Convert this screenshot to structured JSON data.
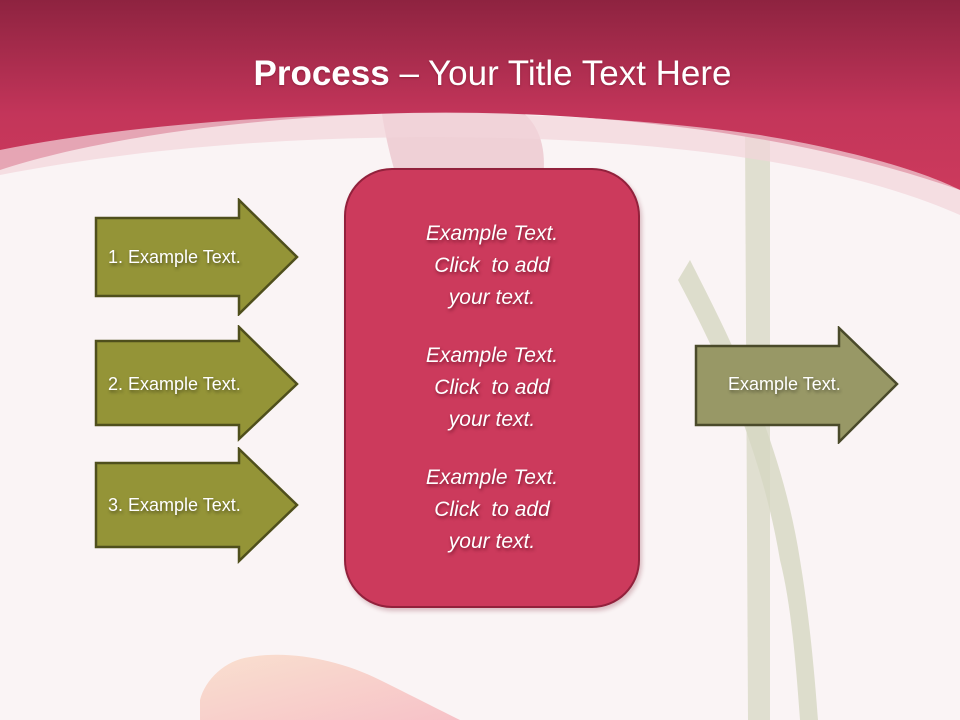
{
  "slide": {
    "title": {
      "bold": "Process",
      "rest": " – Your Title Text Here"
    },
    "input_arrows": [
      {
        "label": "1. Example Text."
      },
      {
        "label": "2. Example Text."
      },
      {
        "label": "3. Example Text."
      }
    ],
    "center_box": {
      "blocks": [
        {
          "lines": [
            "Example Text.",
            "Click  to add",
            "your text."
          ]
        },
        {
          "lines": [
            "Example Text.",
            "Click  to add",
            "your text."
          ]
        },
        {
          "lines": [
            "Example Text.",
            "Click  to add",
            "your text."
          ]
        }
      ]
    },
    "output_arrow": {
      "label": "Example Text."
    },
    "colors": {
      "header_top": "#8e2340",
      "header_bottom": "#cc3a5c",
      "background": "#faf4f5",
      "input_arrow_fill": "#949437",
      "input_arrow_border": "#4f4f1c",
      "output_arrow_fill": "#989866",
      "output_arrow_border": "#4a4a2a",
      "center_box_fill": "#cc3a5c",
      "center_box_border": "#92213c"
    }
  }
}
